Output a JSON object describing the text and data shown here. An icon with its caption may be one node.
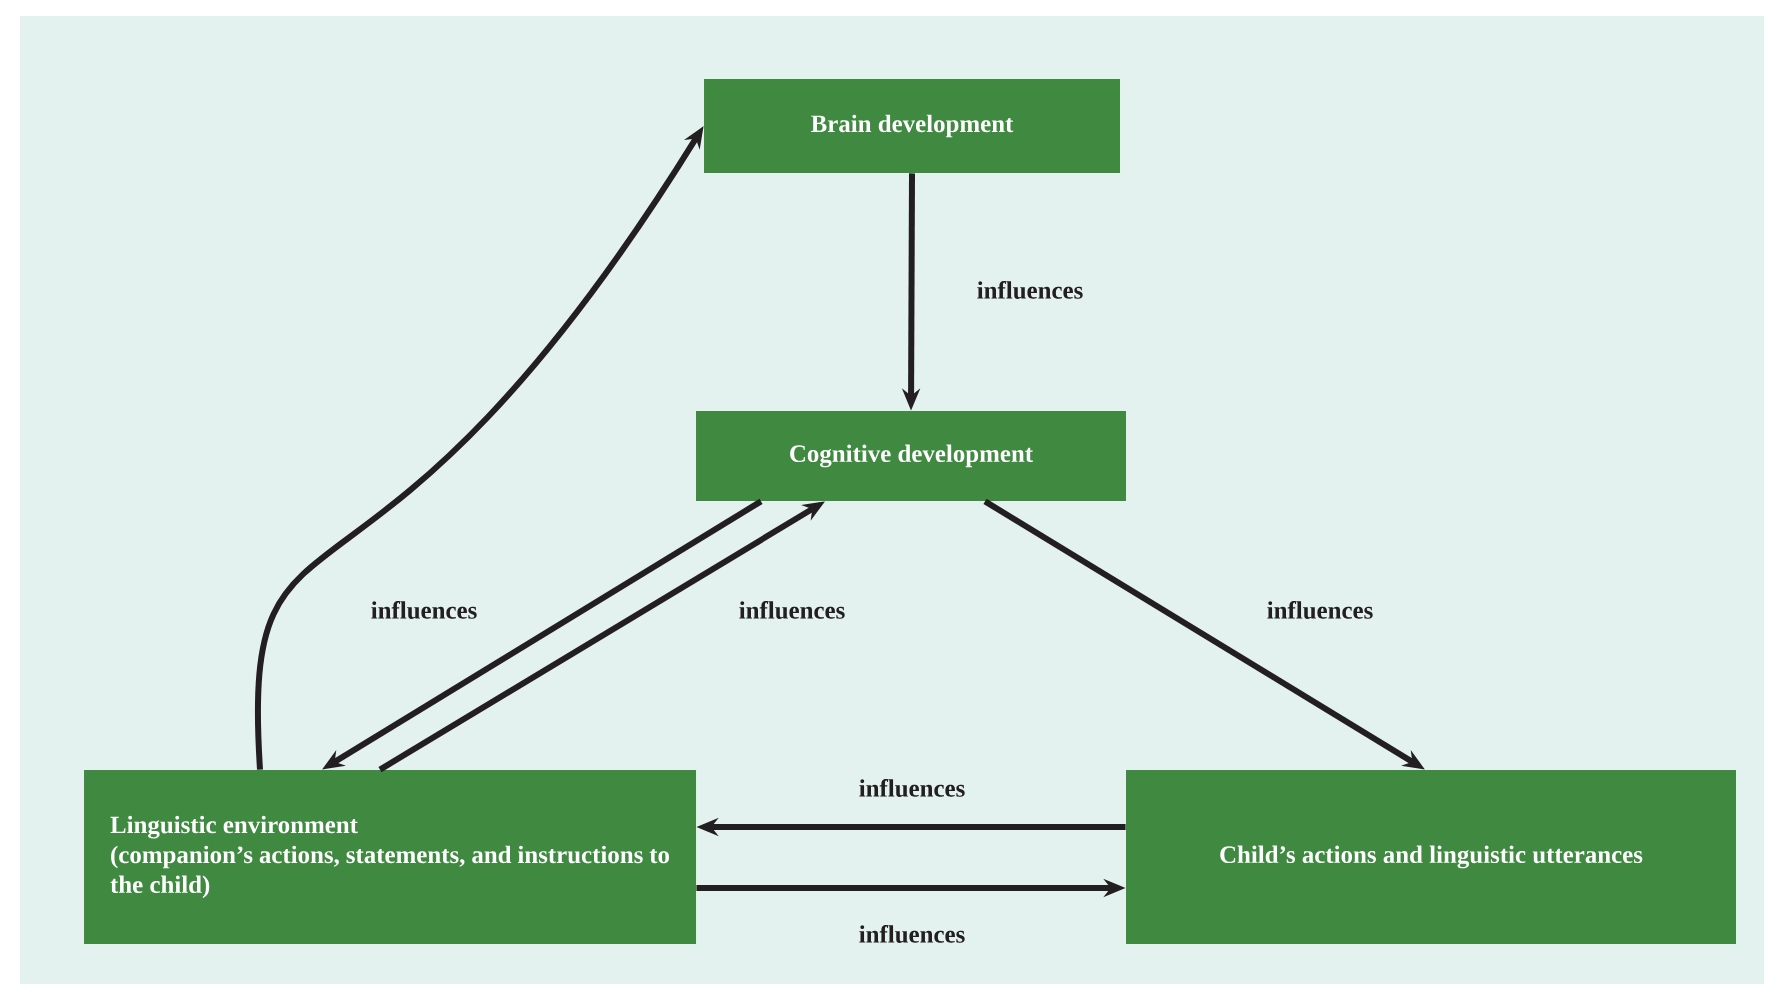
{
  "diagram": {
    "nodes": [
      {
        "text": [
          "Brain development"
        ]
      },
      {
        "text": [
          "Cognitive development"
        ]
      },
      {
        "text": [
          "Linguistic environment",
          "(companion’s actions, statements, and instructions to the child)"
        ]
      },
      {
        "text": [
          "Child’s actions and linguistic utterances"
        ]
      }
    ],
    "edges": [
      {
        "from": 0,
        "to": 1,
        "arrow": "to",
        "label": "influences"
      },
      {
        "from": 1,
        "to": 2,
        "arrow": "to",
        "label": "influences"
      },
      {
        "from": 2,
        "to": 1,
        "arrow": "to",
        "label": "influences"
      },
      {
        "from": 1,
        "to": 3,
        "arrow": "to",
        "label": "influences"
      },
      {
        "from": 3,
        "to": 2,
        "arrow": "to",
        "label": "influences"
      },
      {
        "from": 2,
        "to": 3,
        "arrow": "to",
        "label": "influences"
      },
      {
        "from": 2,
        "to": 0,
        "arrow": "to"
      }
    ]
  }
}
